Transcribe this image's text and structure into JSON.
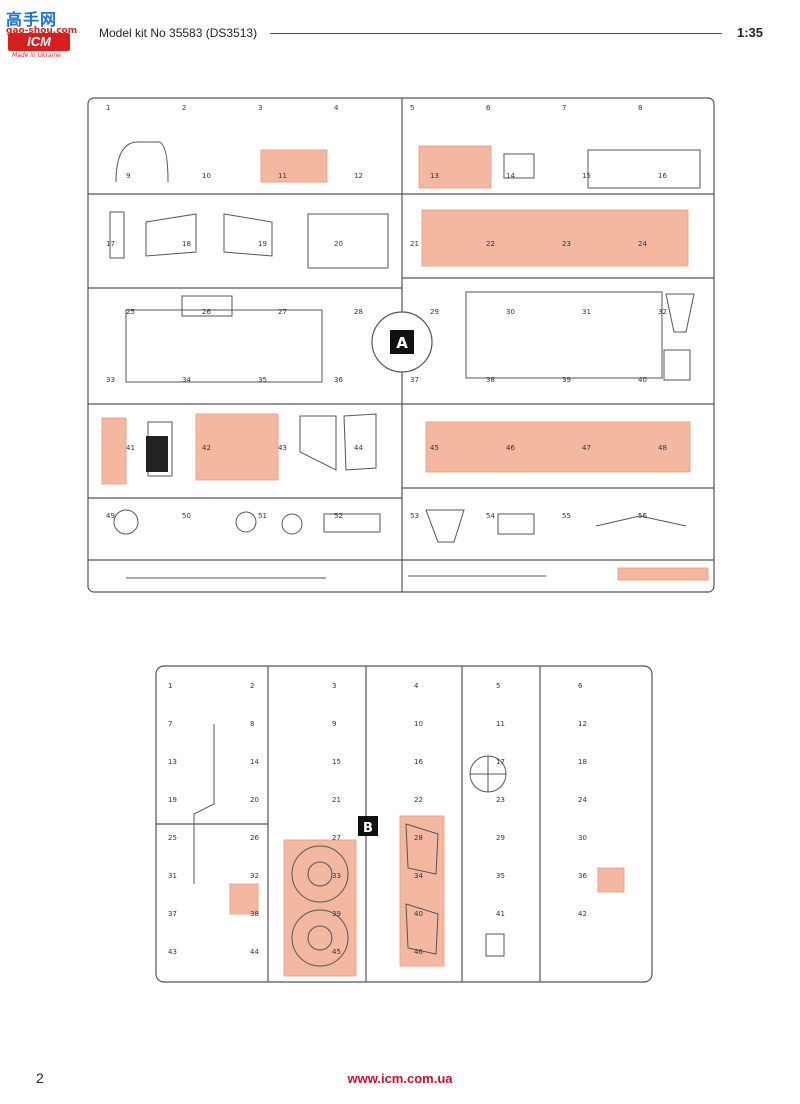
{
  "header": {
    "logo_top": "高手网",
    "logo_sub": "gao-shou.com",
    "logo_mark": "ICM",
    "logo_tag": "Made in Ukraine",
    "kit_title": "Model kit No 35583 (DS3513)",
    "scale": "1:35"
  },
  "sprues": {
    "a": {
      "label": "A",
      "part_numbers": [
        "1",
        "2",
        "3",
        "4",
        "5",
        "6",
        "7",
        "8",
        "9",
        "10",
        "11",
        "12",
        "13",
        "14",
        "15",
        "16",
        "17",
        "18",
        "19",
        "20",
        "21",
        "22",
        "23",
        "24",
        "25",
        "26",
        "27",
        "28",
        "29",
        "30",
        "31",
        "32",
        "33",
        "34",
        "35",
        "36",
        "37",
        "38",
        "39",
        "40",
        "41",
        "42",
        "43",
        "44",
        "45",
        "46",
        "47",
        "48",
        "49",
        "50",
        "51",
        "52",
        "53",
        "54",
        "55",
        "56"
      ]
    },
    "b": {
      "label": "B",
      "part_numbers": [
        "1",
        "2",
        "3",
        "4",
        "5",
        "6",
        "7",
        "8",
        "9",
        "10",
        "11",
        "12",
        "13",
        "14",
        "15",
        "16",
        "17",
        "18",
        "19",
        "20",
        "21",
        "22",
        "23",
        "24",
        "25",
        "26",
        "27",
        "28",
        "29",
        "30",
        "31",
        "32",
        "33",
        "34",
        "35",
        "36",
        "37",
        "38",
        "39",
        "40",
        "41",
        "42",
        "43",
        "44",
        "45",
        "46"
      ]
    }
  },
  "colors": {
    "highlight": "#f4b8a0",
    "outline": "#444444",
    "accent_red": "#c8102e"
  },
  "footer": {
    "page_number": "2",
    "url": "www.icm.com.ua"
  }
}
